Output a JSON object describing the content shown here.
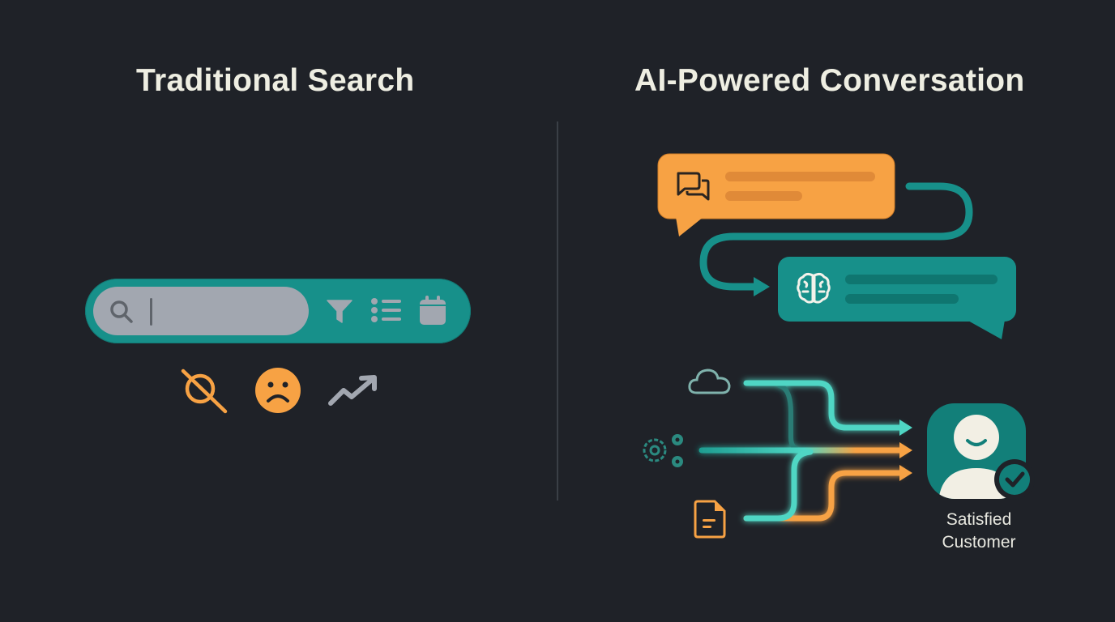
{
  "left_panel": {
    "title": "Traditional Search",
    "search_bar": {
      "input_value": "",
      "icons": [
        "search-icon",
        "filter-icon",
        "list-icon",
        "calendar-icon"
      ]
    },
    "outcome_icons": [
      "no-results-icon",
      "sad-face-icon",
      "trending-up-icon"
    ]
  },
  "right_panel": {
    "title": "AI-Powered Conversation",
    "user_bubble_icon": "chat-icon",
    "ai_bubble_icon": "brain-icon",
    "sources": [
      "cloud-icon",
      "gears-icon",
      "document-icon"
    ],
    "result": {
      "icon": "satisfied-user-icon",
      "badge": "checkmark-icon",
      "label_line1": "Satisfied",
      "label_line2": "Customer"
    }
  },
  "colors": {
    "background": "#1f2228",
    "teal": "#17908a",
    "teal_bright": "#4fd6c4",
    "orange": "#f7a244",
    "text": "#eeeee2",
    "divider": "#3a3f46"
  }
}
